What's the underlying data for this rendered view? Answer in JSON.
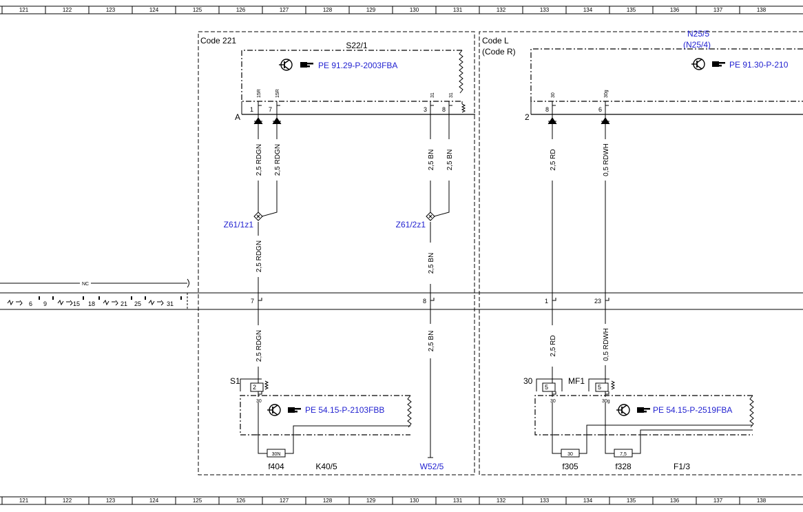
{
  "ruler": [
    "121",
    "122",
    "123",
    "124",
    "125",
    "126",
    "127",
    "128",
    "129",
    "130",
    "131",
    "132",
    "133",
    "134",
    "135",
    "136",
    "137",
    "138"
  ],
  "regions": {
    "left_code": "Code 221",
    "right_code_1": "Code L",
    "right_code_2": "(Code R)",
    "right_component_1": "N25/5",
    "right_component_2": "(N25/4)"
  },
  "components": {
    "s22_label": "S22/1",
    "pe_s22": "PE 91.29-P-2003FBA",
    "pe_n25": "PE 91.30-P-210",
    "pe_k40": "PE 54.15-P-2103FBB",
    "pe_f13": "PE 54.15-P-2519FBA",
    "conn_a": "A",
    "conn_2": "2",
    "z61_1": "Z61/1z1",
    "z61_2": "Z61/2z1",
    "s1": "S1",
    "k40": "K40/5",
    "f404": "f404",
    "w52": "W52/5",
    "f305": "f305",
    "f328": "f328",
    "f13": "F1/3",
    "mf1": "MF1",
    "t30": "30",
    "nc": "NC"
  },
  "pins": {
    "p1": "1",
    "p7": "7",
    "p3": "3",
    "p8": "8",
    "p15r_a": "15R",
    "p15r_b": "15R",
    "p31_a": "31",
    "p31_b": "31",
    "n8": "8",
    "n6": "6",
    "n30": "30",
    "n30g": "30g",
    "sep7": "7",
    "sep8": "8",
    "sep1": "1",
    "sep23": "23",
    "s1_2": "2",
    "s1_30": "30",
    "mf_5a": "5",
    "mf_5b": "5",
    "mf_30": "30",
    "mf_30g": "30g",
    "fuse_30n": "30N",
    "fuse_30": "30",
    "fuse_75": "7,5"
  },
  "wires": {
    "w1_top": "2,5 RDGN",
    "w2_top": "2,5 RDGN",
    "w3_top": "2,5 BN",
    "w4_top": "2,5 BN",
    "w5_top": "2,5 RD",
    "w6_top": "0,5 RDWH",
    "w1_mid": "2,5 RDGN",
    "w3_mid": "2,5 BN",
    "w1_bot": "2,5 RDGN",
    "w3_bot": "2,5 BN",
    "w5_bot": "2,5 RD",
    "w6_bot": "0,5 RDWH"
  },
  "bus_labels": {
    "b6": "6",
    "b9": "9",
    "b15": "15",
    "b18": "18",
    "b21": "21",
    "b25": "25",
    "b31": "31"
  }
}
